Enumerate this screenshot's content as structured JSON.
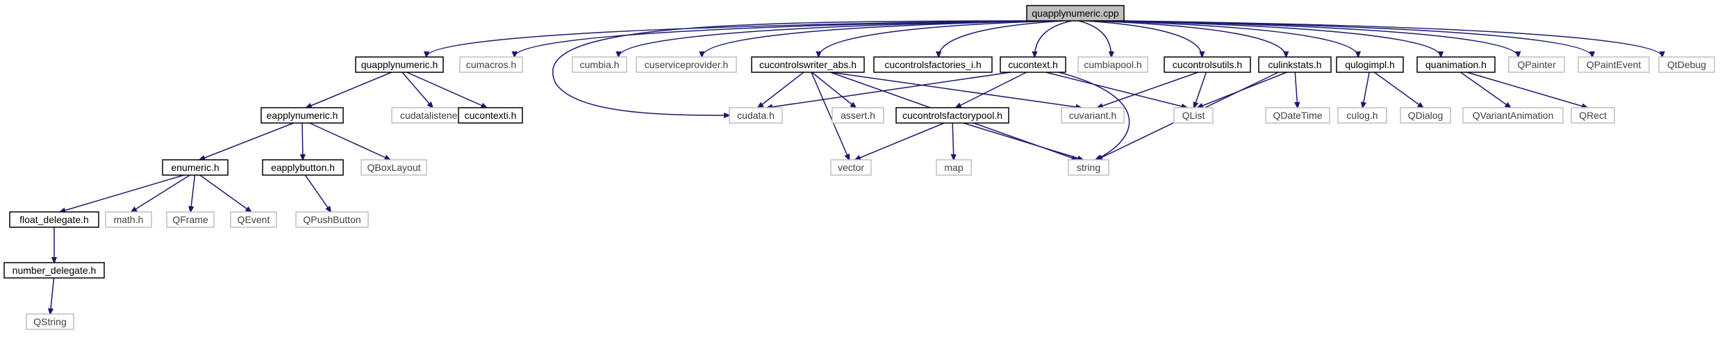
{
  "root": "quapplynumeric.cpp",
  "colors": {
    "root_fill": "#bfbfbf",
    "documented_border": "#000000",
    "external_border": "#bfbfbf",
    "edge": "#191970",
    "documented_text": "#000000",
    "external_text": "#404040"
  },
  "nodes": [
    {
      "id": "quapplynumeric_cpp",
      "label": "quapplynumeric.cpp",
      "kind": "root"
    },
    {
      "id": "quapplynumeric_h",
      "label": "quapplynumeric.h",
      "kind": "documented"
    },
    {
      "id": "cumacros_h",
      "label": "cumacros.h",
      "kind": "external"
    },
    {
      "id": "cumbia_h",
      "label": "cumbia.h",
      "kind": "external"
    },
    {
      "id": "cuserviceprovider_h",
      "label": "cuserviceprovider.h",
      "kind": "external"
    },
    {
      "id": "cucontrolswriter_abs_h",
      "label": "cucontrolswriter_abs.h",
      "kind": "documented"
    },
    {
      "id": "cucontrolsfactories_i_h",
      "label": "cucontrolsfactories_i.h",
      "kind": "documented"
    },
    {
      "id": "cucontext_h",
      "label": "cucontext.h",
      "kind": "documented"
    },
    {
      "id": "cumbiapool_h",
      "label": "cumbiapool.h",
      "kind": "external"
    },
    {
      "id": "cucontrolsutils_h",
      "label": "cucontrolsutils.h",
      "kind": "documented"
    },
    {
      "id": "culinkstats_h",
      "label": "culinkstats.h",
      "kind": "documented"
    },
    {
      "id": "qulogimpl_h",
      "label": "qulogimpl.h",
      "kind": "documented"
    },
    {
      "id": "quanimation_h",
      "label": "quanimation.h",
      "kind": "documented"
    },
    {
      "id": "QPainter",
      "label": "QPainter",
      "kind": "external"
    },
    {
      "id": "QPaintEvent",
      "label": "QPaintEvent",
      "kind": "external"
    },
    {
      "id": "QtDebug",
      "label": "QtDebug",
      "kind": "external"
    },
    {
      "id": "eapplynumeric_h",
      "label": "eapplynumeric.h",
      "kind": "documented"
    },
    {
      "id": "cudatalistener_h",
      "label": "cudatalistener.h",
      "kind": "external"
    },
    {
      "id": "cucontexti_h",
      "label": "cucontexti.h",
      "kind": "documented"
    },
    {
      "id": "cudata_h",
      "label": "cudata.h",
      "kind": "external"
    },
    {
      "id": "assert_h",
      "label": "assert.h",
      "kind": "external"
    },
    {
      "id": "cucontrolsfactorypool_h",
      "label": "cucontrolsfactorypool.h",
      "kind": "documented"
    },
    {
      "id": "cuvariant_h",
      "label": "cuvariant.h",
      "kind": "external"
    },
    {
      "id": "QList",
      "label": "QList",
      "kind": "external"
    },
    {
      "id": "QDateTime",
      "label": "QDateTime",
      "kind": "external"
    },
    {
      "id": "culog_h",
      "label": "culog.h",
      "kind": "external"
    },
    {
      "id": "QDialog",
      "label": "QDialog",
      "kind": "external"
    },
    {
      "id": "QVariantAnimation",
      "label": "QVariantAnimation",
      "kind": "external"
    },
    {
      "id": "QRect",
      "label": "QRect",
      "kind": "external"
    },
    {
      "id": "enumeric_h",
      "label": "enumeric.h",
      "kind": "documented"
    },
    {
      "id": "eapplybutton_h",
      "label": "eapplybutton.h",
      "kind": "documented"
    },
    {
      "id": "QBoxLayout",
      "label": "QBoxLayout",
      "kind": "external"
    },
    {
      "id": "vector",
      "label": "vector",
      "kind": "external"
    },
    {
      "id": "map",
      "label": "map",
      "kind": "external"
    },
    {
      "id": "string",
      "label": "string",
      "kind": "external"
    },
    {
      "id": "float_delegate_h",
      "label": "float_delegate.h",
      "kind": "documented"
    },
    {
      "id": "math_h",
      "label": "math.h",
      "kind": "external"
    },
    {
      "id": "QFrame",
      "label": "QFrame",
      "kind": "external"
    },
    {
      "id": "QEvent",
      "label": "QEvent",
      "kind": "external"
    },
    {
      "id": "QPushButton",
      "label": "QPushButton",
      "kind": "external"
    },
    {
      "id": "number_delegate_h",
      "label": "number_delegate.h",
      "kind": "documented"
    },
    {
      "id": "QString",
      "label": "QString",
      "kind": "external"
    }
  ],
  "edges": [
    {
      "from": "quapplynumeric_cpp",
      "to": "quapplynumeric_h"
    },
    {
      "from": "quapplynumeric_cpp",
      "to": "cumacros_h"
    },
    {
      "from": "quapplynumeric_cpp",
      "to": "cumbia_h"
    },
    {
      "from": "quapplynumeric_cpp",
      "to": "cuserviceprovider_h"
    },
    {
      "from": "quapplynumeric_cpp",
      "to": "cucontrolswriter_abs_h"
    },
    {
      "from": "quapplynumeric_cpp",
      "to": "cucontrolsfactories_i_h"
    },
    {
      "from": "quapplynumeric_cpp",
      "to": "cucontext_h"
    },
    {
      "from": "quapplynumeric_cpp",
      "to": "cumbiapool_h"
    },
    {
      "from": "quapplynumeric_cpp",
      "to": "cucontrolsutils_h"
    },
    {
      "from": "quapplynumeric_cpp",
      "to": "culinkstats_h"
    },
    {
      "from": "quapplynumeric_cpp",
      "to": "qulogimpl_h"
    },
    {
      "from": "quapplynumeric_cpp",
      "to": "quanimation_h"
    },
    {
      "from": "quapplynumeric_cpp",
      "to": "QPainter"
    },
    {
      "from": "quapplynumeric_cpp",
      "to": "QPaintEvent"
    },
    {
      "from": "quapplynumeric_cpp",
      "to": "QtDebug"
    },
    {
      "from": "quapplynumeric_cpp",
      "to": "cudata_h"
    },
    {
      "from": "quapplynumeric_h",
      "to": "eapplynumeric_h"
    },
    {
      "from": "quapplynumeric_h",
      "to": "cudatalistener_h"
    },
    {
      "from": "quapplynumeric_h",
      "to": "cucontexti_h"
    },
    {
      "from": "cucontrolswriter_abs_h",
      "to": "cudata_h"
    },
    {
      "from": "cucontrolswriter_abs_h",
      "to": "assert_h"
    },
    {
      "from": "cucontrolswriter_abs_h",
      "to": "vector"
    },
    {
      "from": "cucontrolswriter_abs_h",
      "to": "cuvariant_h"
    },
    {
      "from": "cucontrolswriter_abs_h",
      "to": "string"
    },
    {
      "from": "cucontext_h",
      "to": "cudata_h"
    },
    {
      "from": "cucontext_h",
      "to": "cucontrolsfactorypool_h"
    },
    {
      "from": "cucontext_h",
      "to": "QList"
    },
    {
      "from": "cucontext_h",
      "to": "string"
    },
    {
      "from": "cucontrolsutils_h",
      "to": "cuvariant_h"
    },
    {
      "from": "cucontrolsutils_h",
      "to": "QList"
    },
    {
      "from": "culinkstats_h",
      "to": "QList"
    },
    {
      "from": "culinkstats_h",
      "to": "QDateTime"
    },
    {
      "from": "culinkstats_h",
      "to": "string"
    },
    {
      "from": "qulogimpl_h",
      "to": "culog_h"
    },
    {
      "from": "qulogimpl_h",
      "to": "QDialog"
    },
    {
      "from": "quanimation_h",
      "to": "QVariantAnimation"
    },
    {
      "from": "quanimation_h",
      "to": "QRect"
    },
    {
      "from": "eapplynumeric_h",
      "to": "enumeric_h"
    },
    {
      "from": "eapplynumeric_h",
      "to": "eapplybutton_h"
    },
    {
      "from": "eapplynumeric_h",
      "to": "QBoxLayout"
    },
    {
      "from": "cucontrolsfactorypool_h",
      "to": "vector"
    },
    {
      "from": "cucontrolsfactorypool_h",
      "to": "map"
    },
    {
      "from": "cucontrolsfactorypool_h",
      "to": "string"
    },
    {
      "from": "enumeric_h",
      "to": "float_delegate_h"
    },
    {
      "from": "enumeric_h",
      "to": "math_h"
    },
    {
      "from": "enumeric_h",
      "to": "QFrame"
    },
    {
      "from": "enumeric_h",
      "to": "QEvent"
    },
    {
      "from": "eapplybutton_h",
      "to": "QPushButton"
    },
    {
      "from": "float_delegate_h",
      "to": "number_delegate_h"
    },
    {
      "from": "number_delegate_h",
      "to": "QString"
    }
  ]
}
